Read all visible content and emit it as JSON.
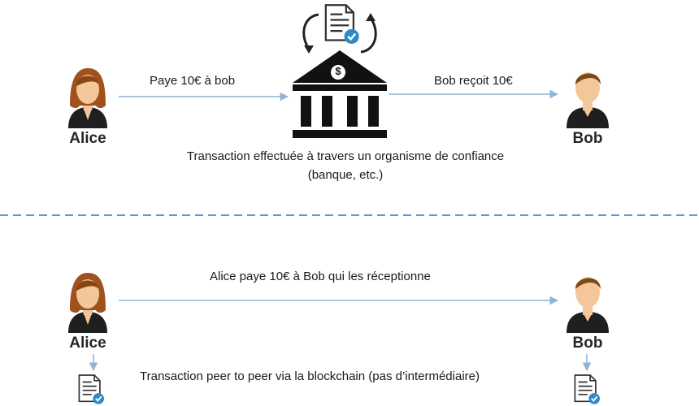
{
  "top": {
    "arrow_left_label": "Paye 10€ à bob",
    "arrow_right_label": "Bob reçoit 10€",
    "alice_name": "Alice",
    "bob_name": "Bob",
    "bank_symbol": "$",
    "caption_line1": "Transaction effectuée à travers un organisme de confiance",
    "caption_line2": "(banque, etc.)"
  },
  "bottom": {
    "arrow_label": "Alice paye 10€ à Bob qui les réceptionne",
    "alice_name": "Alice",
    "bob_name": "Bob",
    "caption": "Transaction peer to peer via la blockchain (pas d’intermédiaire)"
  },
  "colors": {
    "arrow": "#8fb3d9",
    "divider": "#5b9bd5",
    "bank": "#111111",
    "check": "#2e8bc9",
    "hair": "#a0521d",
    "skin": "#f3c79a",
    "shirt": "#1f1f1f"
  },
  "icons": [
    "person-female-icon",
    "person-male-icon",
    "bank-icon",
    "document-check-icon",
    "cycle-arrows-icon"
  ]
}
